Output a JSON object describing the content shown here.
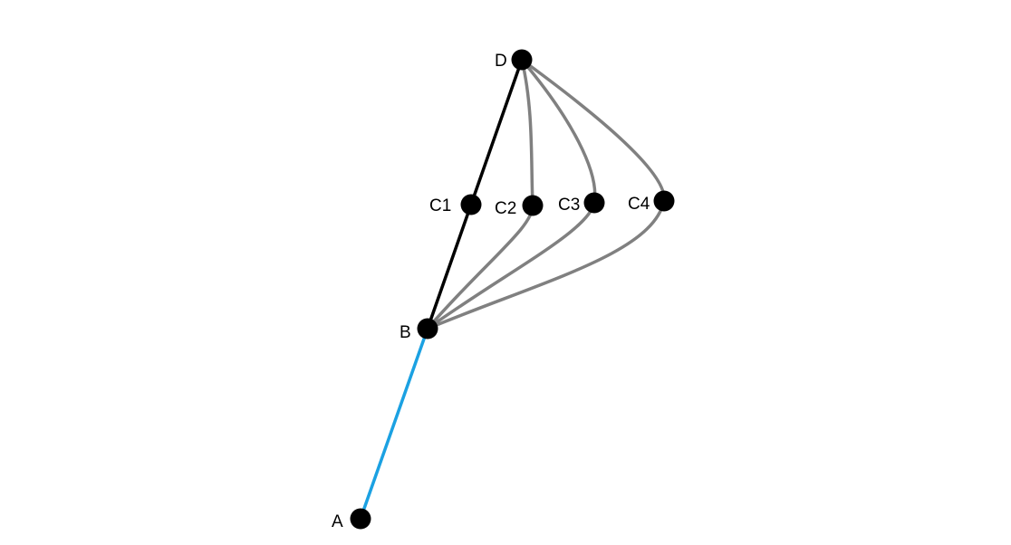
{
  "colors": {
    "background": "#ffffff",
    "node": "#000000",
    "segment_ab": "#1ba1e2",
    "segment_bd": "#000000",
    "curves": "#808080"
  },
  "nodes": {
    "a": {
      "label": "A"
    },
    "b": {
      "label": "B"
    },
    "c1": {
      "label": "C1"
    },
    "c2": {
      "label": "C2"
    },
    "c3": {
      "label": "C3"
    },
    "c4": {
      "label": "C4"
    },
    "d": {
      "label": "D"
    }
  },
  "edges": [
    {
      "from": "A",
      "to": "B",
      "style": "straight",
      "color": "#1ba1e2"
    },
    {
      "from": "B",
      "to": "D",
      "style": "straight",
      "via": "C1",
      "color": "#000000"
    },
    {
      "from": "B",
      "to": "D",
      "style": "curve",
      "via": "C2",
      "color": "#808080"
    },
    {
      "from": "B",
      "to": "D",
      "style": "curve",
      "via": "C3",
      "color": "#808080"
    },
    {
      "from": "B",
      "to": "D",
      "style": "curve",
      "via": "C4",
      "color": "#808080"
    }
  ]
}
